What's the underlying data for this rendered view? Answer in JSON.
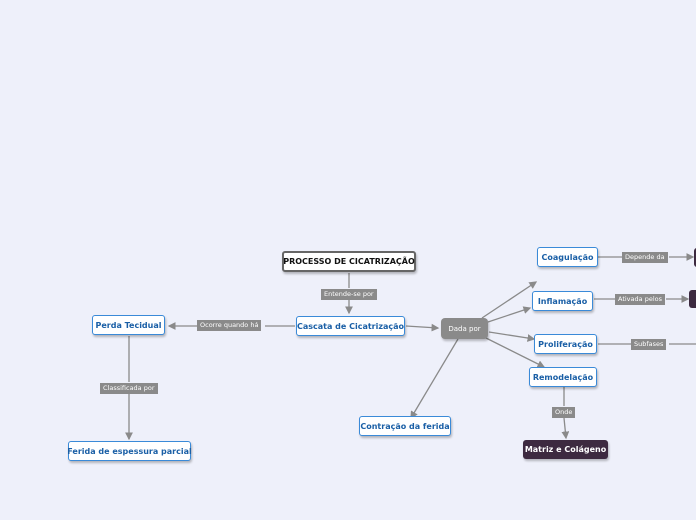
{
  "nodes": {
    "root": "PROCESSO DE CICATRIZAÇÃO",
    "cascata": "Cascata de Cicatrização",
    "perda": "Perda Tecidual",
    "ferida_parcial": "Ferida de espessura parcial",
    "dada_por": "Dada por",
    "contracao": "Contração da ferida",
    "coagulacao": "Coagulação",
    "inflamacao": "Inflamação",
    "proliferacao": "Proliferação",
    "remodelacao": "Remodelação",
    "matriz": "Matriz e Colágeno"
  },
  "links": {
    "entende": "Entende-se por",
    "ocorre": "Ocorre quando há",
    "classificada": "Classificada por",
    "depende": "Depende da",
    "ativada": "Ativada pelos",
    "subfases": "Subfases",
    "onde": "Onde"
  },
  "colors": {
    "background": "#eef0fa",
    "topic_border": "#3a8ad8",
    "topic_text": "#1a5fa6",
    "connector": "#8a8a8a",
    "dark_node": "#3d2a40"
  }
}
